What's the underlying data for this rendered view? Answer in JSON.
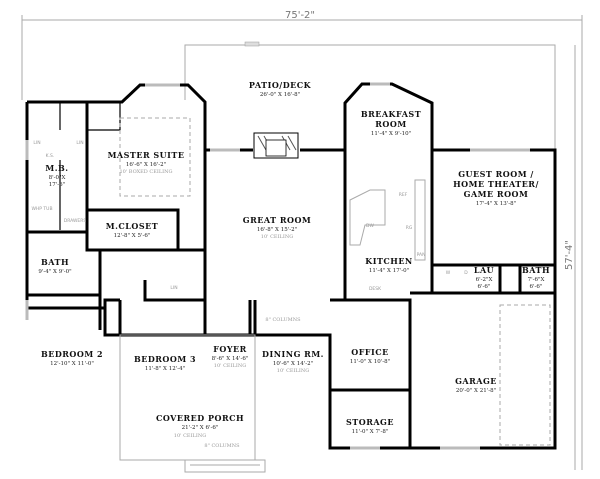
{
  "dimensions": {
    "width": "75'-2\"",
    "depth": "57'-4\""
  },
  "rooms": {
    "patio": {
      "name": "PATIO/DECK",
      "size": "26'-0\" X 16'-8\""
    },
    "master_suite": {
      "name": "MASTER SUITE",
      "size": "16'-6\" X 16'-2\"",
      "note": "10' BOXED CEILING"
    },
    "master_bath": {
      "name": "M.B.",
      "size1": "8'-0\"X",
      "size2": "17'-6\""
    },
    "master_closet": {
      "name": "M.CLOSET",
      "size": "12'-8\" X 5'-6\""
    },
    "bath1": {
      "name": "BATH",
      "size": "9'-4\" X 9'-0\""
    },
    "great_room": {
      "name": "GREAT ROOM",
      "size": "16'-8\" X 15'-2\"",
      "note": "10' CEILING"
    },
    "breakfast": {
      "name1": "BREAKFAST",
      "name2": "ROOM",
      "size": "11'-4\" X 9'-10\""
    },
    "guest": {
      "name1": "GUEST ROOM /",
      "name2": "HOME THEATER/",
      "name3": "GAME ROOM",
      "size": "17'-4\" X 13'-8\""
    },
    "kitchen": {
      "name": "KITCHEN",
      "size": "11'-4\" X 17'-0\""
    },
    "laundry": {
      "name": "LAU",
      "size1": "6'-2\"X",
      "size2": "6'-6\""
    },
    "bath2": {
      "name": "BATH",
      "size1": "7'-6\"X",
      "size2": "6'-6\""
    },
    "bedroom2": {
      "name": "BEDROOM 2",
      "size": "12'-10\" X 11'-0\""
    },
    "bedroom3": {
      "name": "BEDROOM 3",
      "size": "11'-8\" X 12'-4\""
    },
    "foyer": {
      "name": "FOYER",
      "size": "8'-6\" X 14'-6\"",
      "note": "10' CEILING"
    },
    "dining": {
      "name": "DINING RM.",
      "size": "10'-6\" X 14'-2\"",
      "note": "10' CEILING",
      "columns": "8\" COLUMNS"
    },
    "office": {
      "name": "OFFICE",
      "size": "11'-0\" X 10'-8\""
    },
    "garage": {
      "name": "GARAGE",
      "size": "20'-0\" X 21'-8\""
    },
    "storage": {
      "name": "STORAGE",
      "size": "11'-0\" X 7'-8\""
    },
    "porch": {
      "name": "COVERED PORCH",
      "size": "21'-2\" X 6'-6\"",
      "note": "10' CEILING",
      "columns": "8\" COLUMNS"
    }
  },
  "fixtures": {
    "lin": "LIN",
    "ks": "K.S.",
    "tub": "WHP TUB",
    "drawers": "DRAWERS",
    "ref": "REF",
    "dw": "DW",
    "rg": "RG",
    "pan": "PAN",
    "desk": "DESK",
    "washer": "W",
    "dryer": "D"
  }
}
